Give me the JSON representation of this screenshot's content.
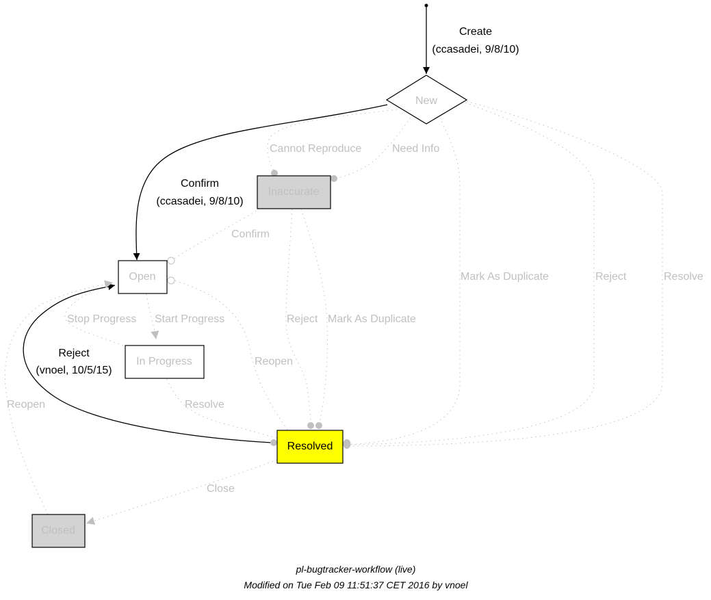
{
  "diagram": {
    "title": "pl-bugtracker-workflow (live)",
    "subtitle": "Modified on Tue Feb 09 11:51:37 CET 2016 by vnoel",
    "colors": {
      "active": "#000000",
      "inactive": "#c0c0c0",
      "current_state_fill": "#ffff00",
      "terminal_fill": "#d3d3d3",
      "default_fill": "#ffffff"
    },
    "nodes": {
      "new": {
        "label": "New",
        "shape": "diamond",
        "active": false
      },
      "inaccurate": {
        "label": "Inaccurate",
        "shape": "box",
        "active": false
      },
      "open": {
        "label": "Open",
        "shape": "box",
        "active": false
      },
      "in_progress": {
        "label": "In Progress",
        "shape": "box",
        "active": false
      },
      "resolved": {
        "label": "Resolved",
        "shape": "box",
        "active": true,
        "current": true
      },
      "closed": {
        "label": "Closed",
        "shape": "box",
        "active": false
      }
    },
    "edges": {
      "create": {
        "label": "Create",
        "detail": "(ccasadei, 9/8/10)",
        "from": "start",
        "to": "New",
        "taken": true
      },
      "confirm_new": {
        "label": "Confirm",
        "detail": "(ccasadei, 9/8/10)",
        "from": "New",
        "to": "Open",
        "taken": true
      },
      "cannot_reproduce": {
        "label": "Cannot Reproduce",
        "from": "New",
        "to": "Inaccurate",
        "taken": false
      },
      "need_info": {
        "label": "Need Info",
        "from": "New",
        "to": "Inaccurate",
        "taken": false
      },
      "confirm_inaccurate": {
        "label": "Confirm",
        "from": "Inaccurate",
        "to": "Open",
        "taken": false
      },
      "mark_dup_new": {
        "label": "Mark As Duplicate",
        "from": "New",
        "to": "Resolved",
        "taken": false
      },
      "reject_new": {
        "label": "Reject",
        "from": "New",
        "to": "Resolved",
        "taken": false
      },
      "resolve_new": {
        "label": "Resolve",
        "from": "New",
        "to": "Resolved",
        "taken": false
      },
      "reject_inaccurate": {
        "label": "Reject",
        "from": "Inaccurate",
        "to": "Resolved",
        "taken": false
      },
      "mark_dup_inaccurate": {
        "label": "Mark As Duplicate",
        "from": "Inaccurate",
        "to": "Resolved",
        "taken": false
      },
      "stop_progress": {
        "label": "Stop Progress",
        "from": "In Progress",
        "to": "Open",
        "taken": false
      },
      "start_progress": {
        "label": "Start Progress",
        "from": "Open",
        "to": "In Progress",
        "taken": false
      },
      "reopen_resolved": {
        "label": "Reopen",
        "from": "Resolved",
        "to": "Open",
        "taken": false
      },
      "reject_open": {
        "label": "Reject",
        "detail": "(vnoel, 10/5/15)",
        "from": "Resolved",
        "to": "Open",
        "taken": true
      },
      "resolve_progress": {
        "label": "Resolve",
        "from": "In Progress",
        "to": "Resolved",
        "taken": false
      },
      "reopen_closed": {
        "label": "Reopen",
        "from": "Closed",
        "to": "Open",
        "taken": false
      },
      "close": {
        "label": "Close",
        "from": "Resolved",
        "to": "Closed",
        "taken": false
      }
    }
  }
}
